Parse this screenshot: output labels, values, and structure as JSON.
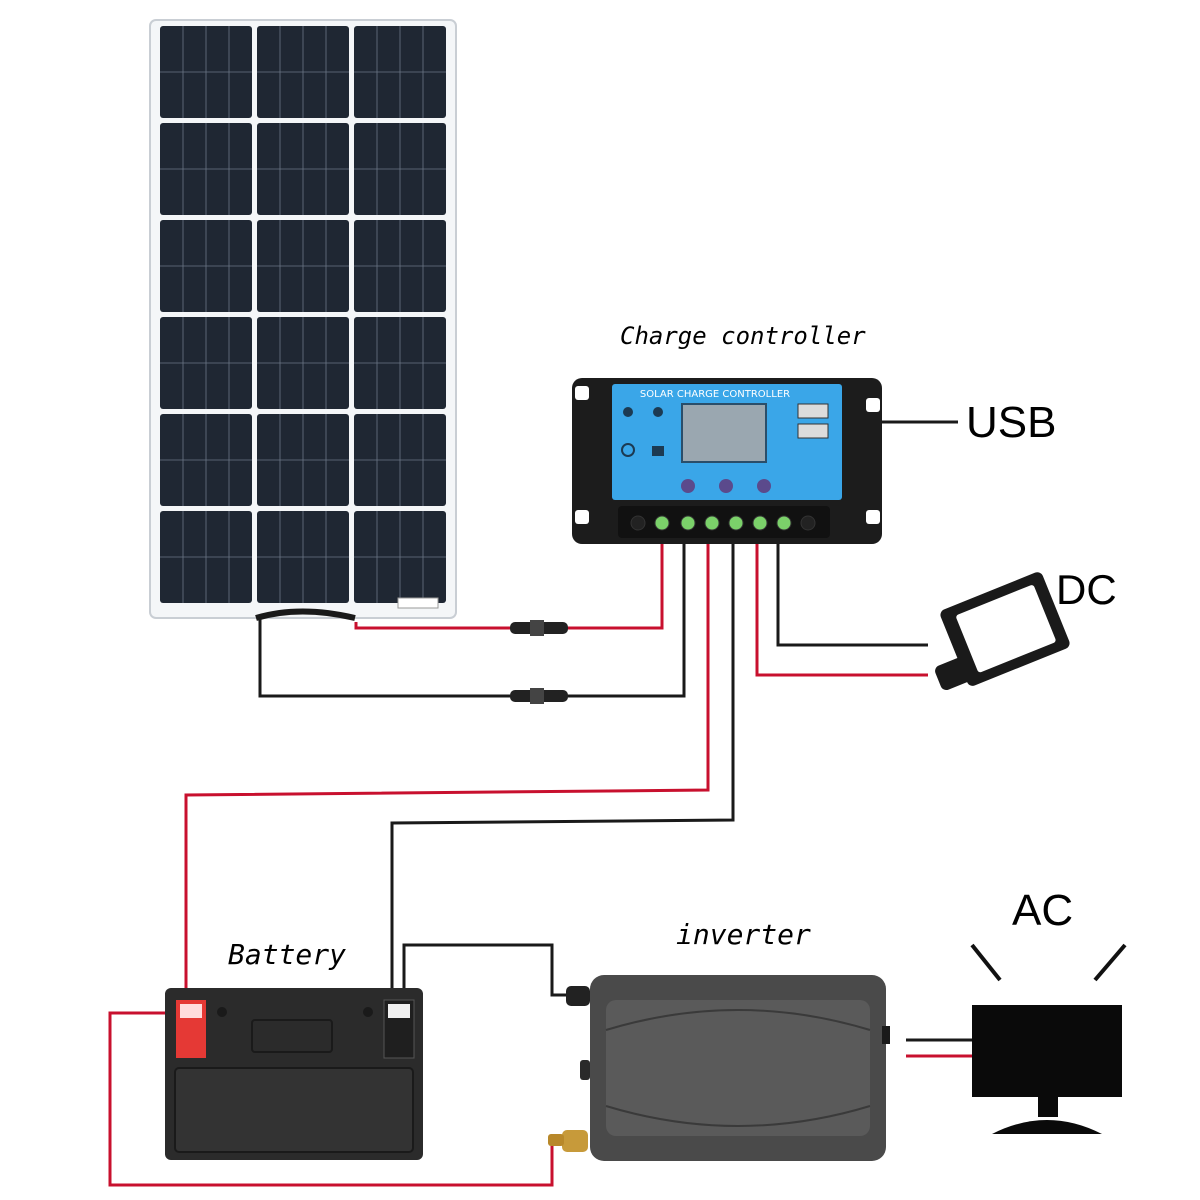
{
  "labels": {
    "charge_controller": "Charge controller",
    "usb": "USB",
    "dc": "DC",
    "battery": "Battery",
    "inverter": "inverter",
    "ac": "AC"
  },
  "controller": {
    "panel_text": "SOLAR CHARGE CONTROLLER"
  },
  "colors": {
    "wire_red": "#c8102e",
    "wire_black": "#1a1a1a",
    "panel_cell": "#1f2733",
    "controller_face": "#3aa6e8",
    "battery_body": "#2b2b2b",
    "battery_positive": "#e53935",
    "inverter_body": "#4a4a4a"
  },
  "icons": [
    "solar-panel-icon",
    "charge-controller-icon",
    "lamp-icon",
    "battery-icon",
    "inverter-icon",
    "monitor-icon"
  ]
}
